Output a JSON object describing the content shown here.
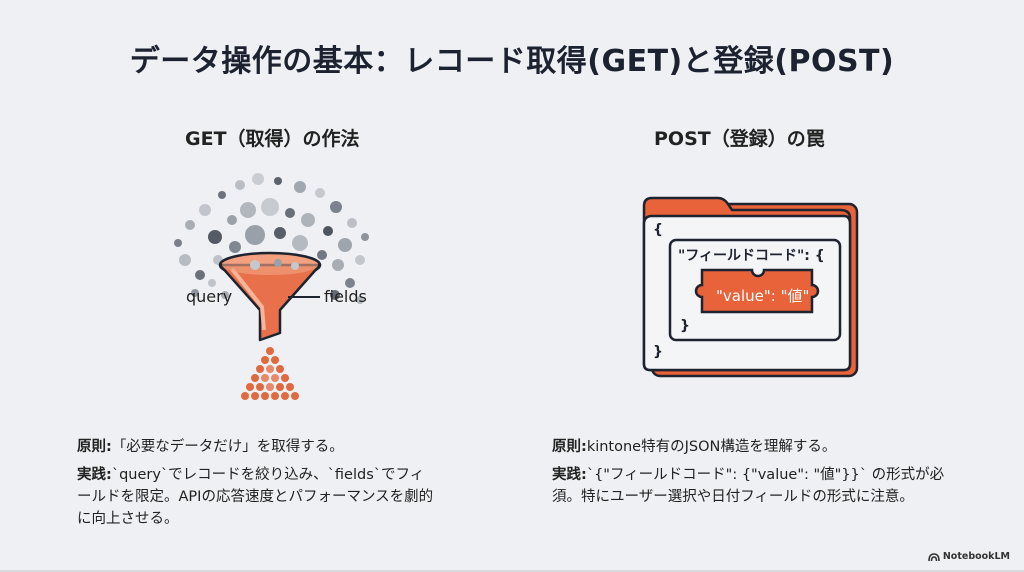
{
  "title": "データ操作の基本：レコード取得(GET)と登録(POST)",
  "left": {
    "heading": "GET（取得）の作法",
    "illustration": {
      "label_query": "query",
      "label_fields": "fields",
      "funnel_color": "#e8704a"
    },
    "principle_label": "原則:",
    "principle_text": "「必要なデータだけ」を取得する。",
    "practice_label": "実践:",
    "practice_text": "`query`でレコードを絞り込み、`fields`でフィールドを限定。APIの応答速度とパフォーマンスを劇的に向上させる。"
  },
  "right": {
    "heading": "POST（登録）の罠",
    "illustration": {
      "open_brace": "{",
      "field_code": "\"フィールドコード\": {",
      "value_pair": "\"value\": \"値\"",
      "inner_close": "}",
      "outer_close": "}",
      "accent_color": "#e8623a"
    },
    "principle_label": "原則:",
    "principle_text": "kintone特有のJSON構造を理解する。",
    "practice_label": "実践:",
    "practice_text": "`{\"フィールドコード\": {\"value\": \"値\"}}` の形式が必須。特にユーザー選択や日付フィールドの形式に注意。"
  },
  "badge": {
    "icon": "notebooklm-icon",
    "label": "NotebookLM"
  }
}
